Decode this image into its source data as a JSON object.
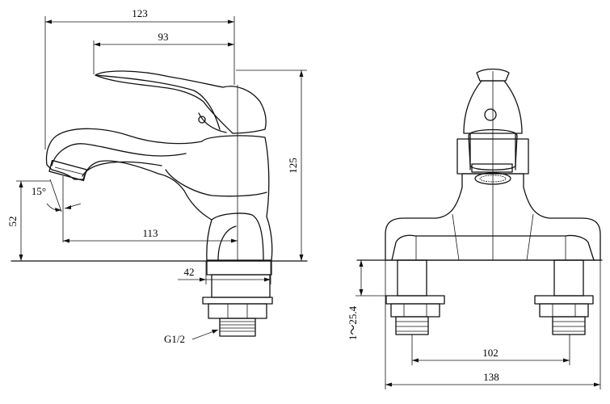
{
  "side_view": {
    "dimensions": {
      "overall_length": "123",
      "handle_length": "93",
      "height": "125",
      "spout_height": "52",
      "spout_reach": "113",
      "base_width": "42",
      "aerator_angle": "15°"
    },
    "thread_label": "G1/2"
  },
  "front_view": {
    "dimensions": {
      "mount_thickness": "1～25.4",
      "center_distance": "102",
      "overall_width": "138"
    }
  }
}
